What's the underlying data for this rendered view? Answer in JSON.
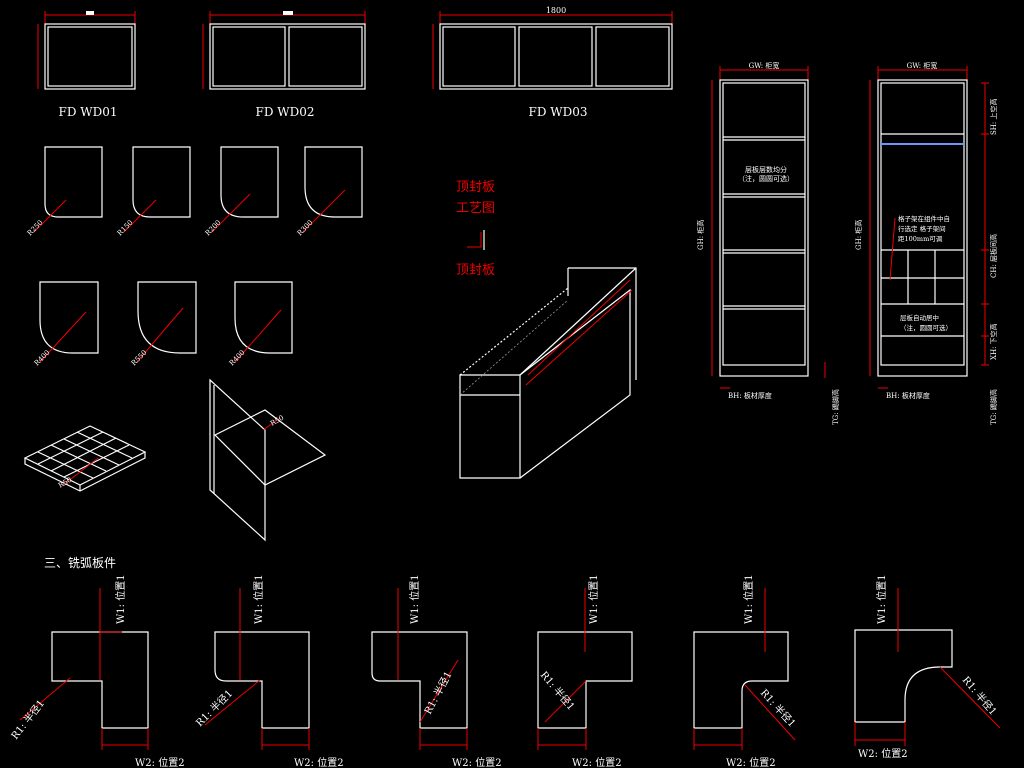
{
  "wardrobes": {
    "wd01_label": "FD WD01",
    "wd02_label": "FD WD02",
    "wd03_label": "FD WD03",
    "wd03_width": "1800"
  },
  "corner_radii": [
    "R250",
    "R150",
    "R200",
    "R300",
    "R400",
    "R550",
    "R400"
  ],
  "grid_tray_label": "R50",
  "panel_label": "R50",
  "top_panel": {
    "title_line1": "顶封板",
    "title_line2": "工艺图",
    "bottom": "顶封板"
  },
  "elevation_left": {
    "width": "GW: 柜宽",
    "height": "GH: 柜高",
    "note1": "层板层数均分",
    "note2": "（注，圆圆可选）",
    "thickness": "BH: 板材厚度",
    "kick": "TG: 踢脚高"
  },
  "elevation_right": {
    "width": "GW: 柜宽",
    "height": "GH: 柜高",
    "top_gap": "SH: 上空高",
    "mid_gap": "CH: 层板间高",
    "low_gap": "XH: 下空高",
    "note_a1": "格子架在组件中自",
    "note_a2": "行选定 格子架间",
    "note_a3": "距100mm可调",
    "note_b1": "层板自动居中",
    "note_b2": "（注，圆圆可选）",
    "thickness": "BH: 板材厚度",
    "kick": "TG: 踢脚高"
  },
  "section_title": "三、铣弧板件",
  "milled": {
    "pos1": "W1: 位置1",
    "pos2": "W2: 位置2",
    "radius": "R1: 半径1"
  }
}
